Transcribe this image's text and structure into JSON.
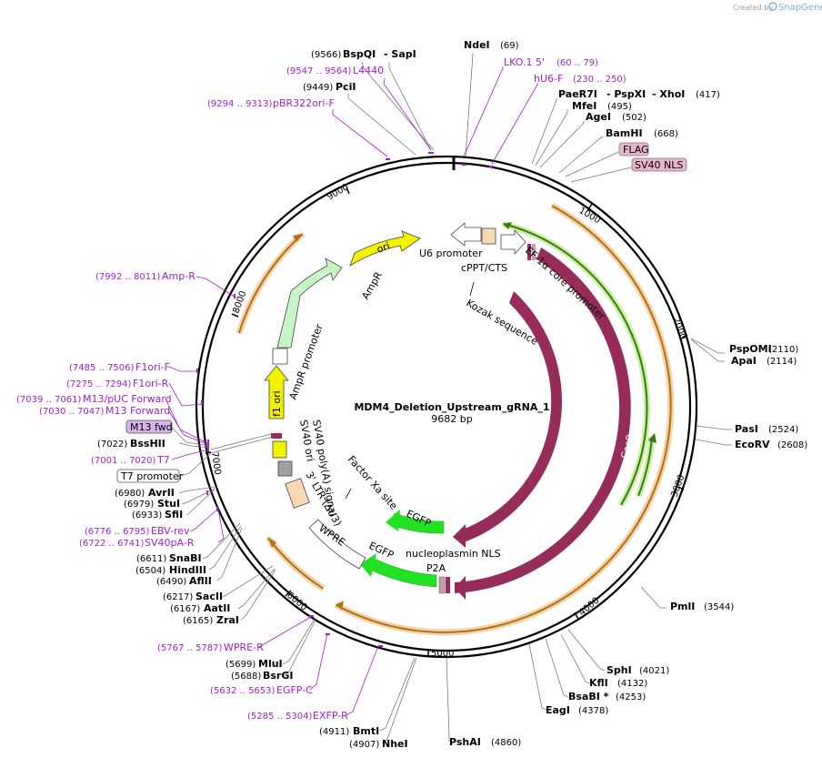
{
  "credit": {
    "prefix": "Created by",
    "brand": "SnapGene"
  },
  "plasmid": {
    "name": "MDM4_Deletion_Upstream_gRNA_1",
    "length": "9682 bp",
    "total_bp": 9682
  },
  "ticks": [
    "1000",
    "2000",
    "3000",
    "4000",
    "5000",
    "6000",
    "7000",
    "8000",
    "9000"
  ],
  "colors": {
    "cas9": "#962c5a",
    "egfp": "#22e022",
    "ori": "#f2f200",
    "ampr": "#c8f5c8",
    "u6": "#ffffff",
    "cppt": "#fad8b4",
    "orange_ring": "#f4c890",
    "green_ring": "#a8e060",
    "primer": "#a020c8"
  },
  "features": [
    {
      "label": "ori"
    },
    {
      "label": "AmpR"
    },
    {
      "label": "AmpR promoter"
    },
    {
      "label": "f1 ori"
    },
    {
      "label": "U6 promoter"
    },
    {
      "label": "cPPT/CTS"
    },
    {
      "label": "EF-1α core promoter"
    },
    {
      "label": "Kozak sequence"
    },
    {
      "label": "Cas9"
    },
    {
      "label": "Cas9"
    },
    {
      "label": "SV40 poly(A) signal"
    },
    {
      "label": "SV40 ori"
    },
    {
      "label": "3' LTR (ΔU3)"
    },
    {
      "label": "Factor Xa site"
    },
    {
      "label": "EGFP"
    },
    {
      "label": "EGFP"
    },
    {
      "label": "nucleoplasmin NLS"
    },
    {
      "label": "P2A"
    },
    {
      "label": "WPRE"
    }
  ],
  "boxed_labels": [
    {
      "label": "FLAG"
    },
    {
      "label": "SV40 NLS"
    },
    {
      "label": "M13 fwd"
    },
    {
      "label": "T7 promoter"
    }
  ],
  "sites": [
    {
      "pos": "(9566)",
      "name": "BspQI",
      "extra": "- SapI"
    },
    {
      "pos": "(9449)",
      "name": "PciI"
    },
    {
      "name": "NdeI",
      "pos": "(69)"
    },
    {
      "name": "PaeR7I",
      "extra1": "- PspXI",
      "extra2": "- XhoI",
      "pos": "(417)"
    },
    {
      "name": "MfeI",
      "pos": "(495)"
    },
    {
      "name": "AgeI",
      "pos": "(502)"
    },
    {
      "name": "BamHI",
      "pos": "(668)"
    },
    {
      "name": "PspOMI",
      "pos": "(2110)"
    },
    {
      "name": "ApaI",
      "pos": "(2114)"
    },
    {
      "name": "PasI",
      "pos": "(2524)"
    },
    {
      "name": "EcoRV",
      "pos": "(2608)"
    },
    {
      "name": "PmlI",
      "pos": "(3544)"
    },
    {
      "name": "SphI",
      "pos": "(4021)"
    },
    {
      "name": "KflI",
      "pos": "(4132)"
    },
    {
      "name": "BsaBI *",
      "pos": "(4253)"
    },
    {
      "name": "EagI",
      "pos": "(4378)"
    },
    {
      "name": "PshAI",
      "pos": "(4860)"
    },
    {
      "pos": "(4911)",
      "name": "BmtI"
    },
    {
      "pos": "(4907)",
      "name": "NheI"
    },
    {
      "pos": "(5699)",
      "name": "MluI"
    },
    {
      "pos": "(5688)",
      "name": "BsrGI"
    },
    {
      "pos": "(6217)",
      "name": "SacII"
    },
    {
      "pos": "(6167)",
      "name": "AatII"
    },
    {
      "pos": "(6165)",
      "name": "ZraI"
    },
    {
      "pos": "(6611)",
      "name": "SnaBI"
    },
    {
      "pos": "(6504)",
      "name": "HindIII"
    },
    {
      "pos": "(6490)",
      "name": "AflII"
    },
    {
      "pos": "(6980)",
      "name": "AvrII"
    },
    {
      "pos": "(6979)",
      "name": "StuI"
    },
    {
      "pos": "(6933)",
      "name": "SfiI"
    },
    {
      "pos": "(7022)",
      "name": "BssHII"
    }
  ],
  "primers": [
    {
      "range": "(9547 .. 9564)",
      "name": "L4440"
    },
    {
      "range": "(9294 .. 9313)",
      "name": "pBR322ori-F"
    },
    {
      "name": "LKO.1 5'",
      "range": "(60 .. 79)"
    },
    {
      "name": "hU6-F",
      "range": "(230 .. 250)"
    },
    {
      "range": "(7992 .. 8011)",
      "name": "Amp-R"
    },
    {
      "range": "(7485 .. 7506)",
      "name": "F1ori-F"
    },
    {
      "range": "(7275 .. 7294)",
      "name": "F1ori-R"
    },
    {
      "range": "(7039 .. 7061)",
      "name": "M13/pUC Forward"
    },
    {
      "range": "(7030 .. 7047)",
      "name": "M13 Forward"
    },
    {
      "range": "(7001 .. 7020)",
      "name": "T7"
    },
    {
      "range": "(6776 .. 6795)",
      "name": "EBV-rev"
    },
    {
      "range": "(6722 .. 6741)",
      "name": "SV40pA-R"
    },
    {
      "range": "(5767 .. 5787)",
      "name": "WPRE-R"
    },
    {
      "range": "(5632 .. 5653)",
      "name": "EGFP-C"
    },
    {
      "range": "(5285 .. 5304)",
      "name": "EXFP-R"
    }
  ]
}
